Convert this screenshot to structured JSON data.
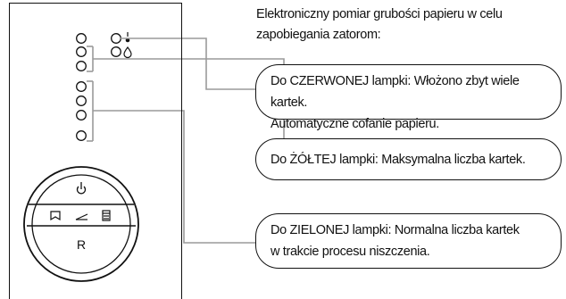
{
  "intro": "Elektroniczny pomiar grubości papieru w celu zapobiegania zatorom:",
  "callouts": {
    "red": {
      "line1": "Do CZERWONEJ lampki: Włożono zbyt wiele kartek.",
      "line2": "Automatyczne cofanie papieru."
    },
    "yellow": "Do ŻÓŁTEJ lampki: Maksymalna liczba kartek.",
    "green": {
      "line1": "Do ZIELONEJ lampki: Normalna liczba kartek",
      "line2": "w trakcie procesu niszczenia."
    }
  },
  "dial": {
    "button_label": "R"
  },
  "icons": [
    "fill-level-leds",
    "drop-icon",
    "power-icon",
    "reverse-icon",
    "forward-icon",
    "auto-icon"
  ]
}
